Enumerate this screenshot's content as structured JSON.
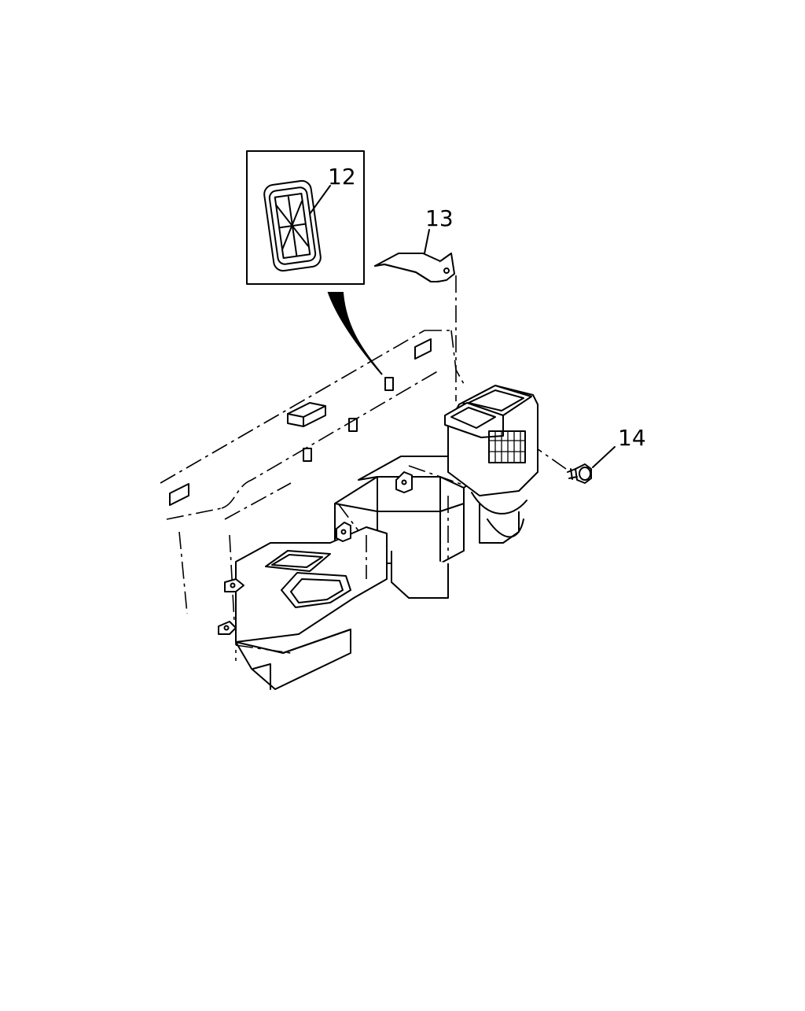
{
  "callouts": [
    {
      "id": "12",
      "label": "12"
    },
    {
      "id": "13",
      "label": "13"
    },
    {
      "id": "14",
      "label": "14"
    }
  ]
}
